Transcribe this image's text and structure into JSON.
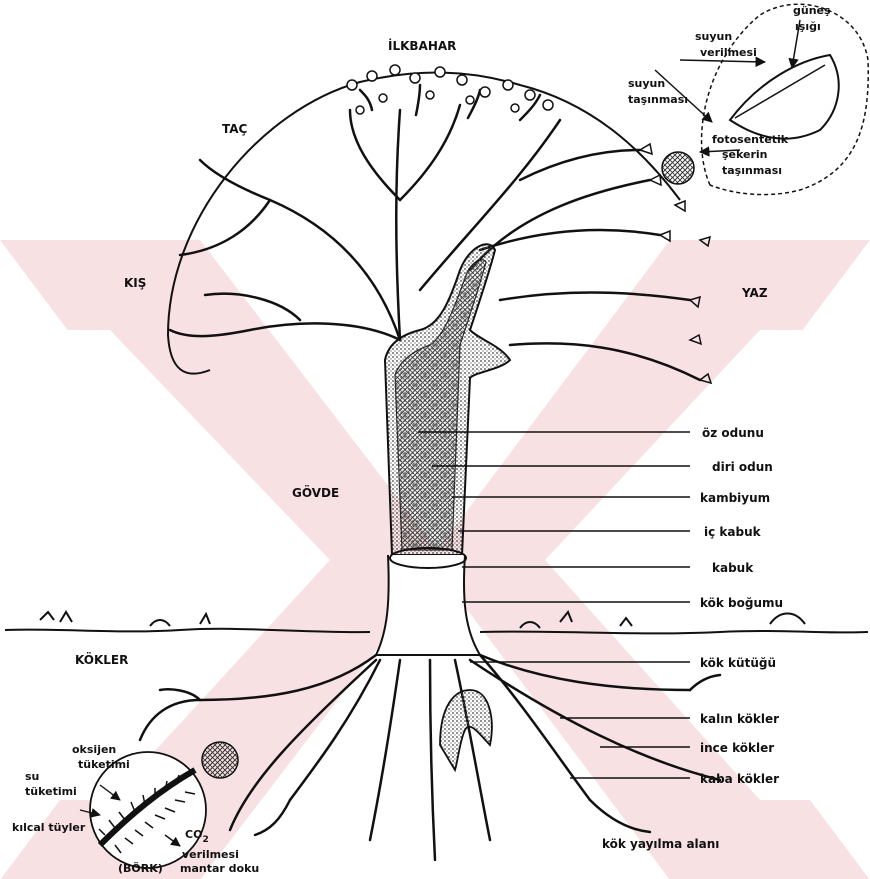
{
  "colors": {
    "ink": "#111111",
    "watermark": "#f3c9cc",
    "background": "#ffffff",
    "stipple": "#777777"
  },
  "regions": {
    "spring": "İLKBAHAR",
    "crown": "TAÇ",
    "winter": "KIŞ",
    "summer": "YAZ",
    "trunk": "GÖVDE",
    "roots": "KÖKLER"
  },
  "trunk_labels": [
    "öz odunu",
    "diri odun",
    "kambiyum",
    "iç kabuk",
    "kabuk",
    "kök boğumu"
  ],
  "root_labels": [
    "kök kütüğü",
    "kalın kökler",
    "ince kökler",
    "kaba kökler"
  ],
  "root_area": "kök yayılma alanı",
  "leaf_inset": {
    "sunlight_1": "güneş",
    "sunlight_2": "ışığı",
    "water_release_1": "suyun",
    "water_release_2": "verilmesi",
    "water_transport_1": "suyun",
    "water_transport_2": "taşınması",
    "sugar_1": "fotosentetik",
    "sugar_2": "şekerin",
    "sugar_3": "taşınması"
  },
  "root_inset": {
    "oxygen_1": "oksijen",
    "oxygen_2": "tüketimi",
    "water_1": "su",
    "water_2": "tüketimi",
    "hairs": "kılcal tüyler",
    "co2_main": "CO",
    "co2_sub": "2",
    "co2_release": "verilmesi",
    "cap": "(BÖRK)",
    "fungus": "mantar doku"
  }
}
